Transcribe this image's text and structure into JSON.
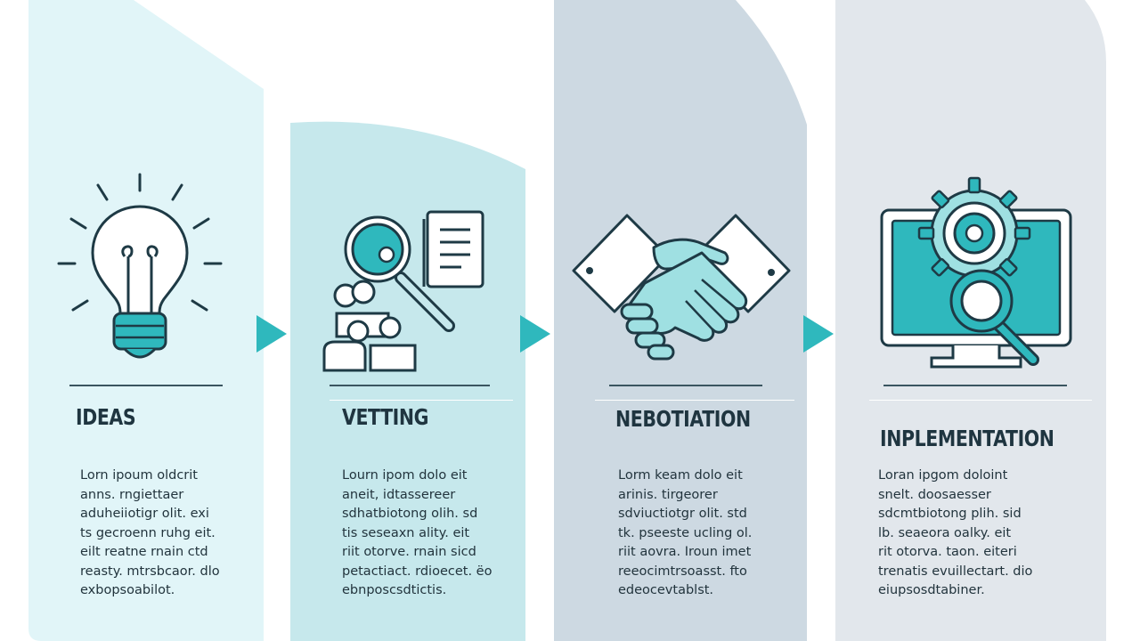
{
  "colors": {
    "teal_accent": "#2fb8bd",
    "stroke_dark": "#1e3a45",
    "panel_ideas": "#e1f5f8",
    "panel_vetting": "#c6e8ec",
    "panel_negotiation": "#cdd9e2",
    "panel_implementation": "#e2e7ec"
  },
  "steps": [
    {
      "icon": "lightbulb-icon",
      "title": "IDEAS",
      "lines": [
        "Lorn ipoum oldcrit",
        "anns. rngiettaer",
        "aduheiiotigr olit. exi",
        "ts gecroenn ruhg eit.",
        "eilt reatne rnain ctd",
        "reasty. mtrsbcaor. dlo",
        "exbopsoabilot."
      ]
    },
    {
      "icon": "magnifier-people-document-icon",
      "title": "VETTING",
      "lines": [
        "Lourn ipom dolo eit",
        "aneit, idtassereer",
        "sdhatbiotong olih. sd",
        "tis seseaxn ality. eit",
        "riit otorve. rnain sicd",
        "petactiact. rdioecet. ëo",
        "ebnposcsdtictis."
      ]
    },
    {
      "icon": "handshake-icon",
      "title": "NEBOTIATION",
      "lines": [
        "Lorm keam dolo eit",
        "arinis. tirgeorer",
        "sdviuctiotgr olit. std",
        "tk. pseeste ucling ol.",
        "riit aovra. Iroun imet",
        "reeocimtrsoasst. fto",
        "edeocevtablst."
      ]
    },
    {
      "icon": "monitor-gears-magnifier-icon",
      "title": "INPLEMENTATION",
      "lines": [
        "Loran ipgom doloint",
        "snelt. doosaesser",
        "sdcmtbiotong plih. sid",
        "lb. seaeora oalky. eit",
        "rit otorva. taon. eiteri",
        "trenatis evuillectart. dio",
        "eiupsosdtabiner."
      ]
    }
  ]
}
